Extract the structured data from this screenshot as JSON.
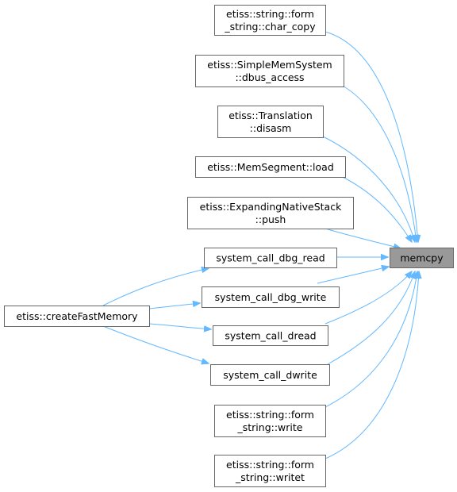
{
  "graph": {
    "target": "memcpy",
    "colors": {
      "edge": "#63b8ff",
      "node_border": "#666666",
      "node_fill": "#ffffff",
      "target_fill": "#999999",
      "text": "#000000"
    },
    "nodes": {
      "memcpy": {
        "lines": [
          "memcpy"
        ]
      },
      "char_copy": {
        "lines": [
          "etiss::string::form",
          "_string::char_copy"
        ]
      },
      "dbus_access": {
        "lines": [
          "etiss::SimpleMemSystem",
          "::dbus_access"
        ]
      },
      "disasm": {
        "lines": [
          "etiss::Translation",
          "::disasm"
        ]
      },
      "load": {
        "lines": [
          "etiss::MemSegment::load"
        ]
      },
      "push": {
        "lines": [
          "etiss::ExpandingNativeStack",
          "::push"
        ]
      },
      "dbg_read": {
        "lines": [
          "system_call_dbg_read"
        ]
      },
      "dbg_write": {
        "lines": [
          "system_call_dbg_write"
        ]
      },
      "dread": {
        "lines": [
          "system_call_dread"
        ]
      },
      "dwrite": {
        "lines": [
          "system_call_dwrite"
        ]
      },
      "write": {
        "lines": [
          "etiss::string::form",
          "_string::write"
        ]
      },
      "writet": {
        "lines": [
          "etiss::string::form",
          "_string::writet"
        ]
      },
      "createFastMemory": {
        "lines": [
          "etiss::createFastMemory"
        ]
      }
    },
    "edges": [
      {
        "from": "char_copy",
        "to": "memcpy"
      },
      {
        "from": "dbus_access",
        "to": "memcpy"
      },
      {
        "from": "disasm",
        "to": "memcpy"
      },
      {
        "from": "load",
        "to": "memcpy"
      },
      {
        "from": "push",
        "to": "memcpy"
      },
      {
        "from": "dbg_read",
        "to": "memcpy"
      },
      {
        "from": "dbg_write",
        "to": "memcpy"
      },
      {
        "from": "dread",
        "to": "memcpy"
      },
      {
        "from": "dwrite",
        "to": "memcpy"
      },
      {
        "from": "write",
        "to": "memcpy"
      },
      {
        "from": "writet",
        "to": "memcpy"
      },
      {
        "from": "createFastMemory",
        "to": "dbg_read"
      },
      {
        "from": "createFastMemory",
        "to": "dbg_write"
      },
      {
        "from": "createFastMemory",
        "to": "dread"
      },
      {
        "from": "createFastMemory",
        "to": "dwrite"
      }
    ]
  }
}
